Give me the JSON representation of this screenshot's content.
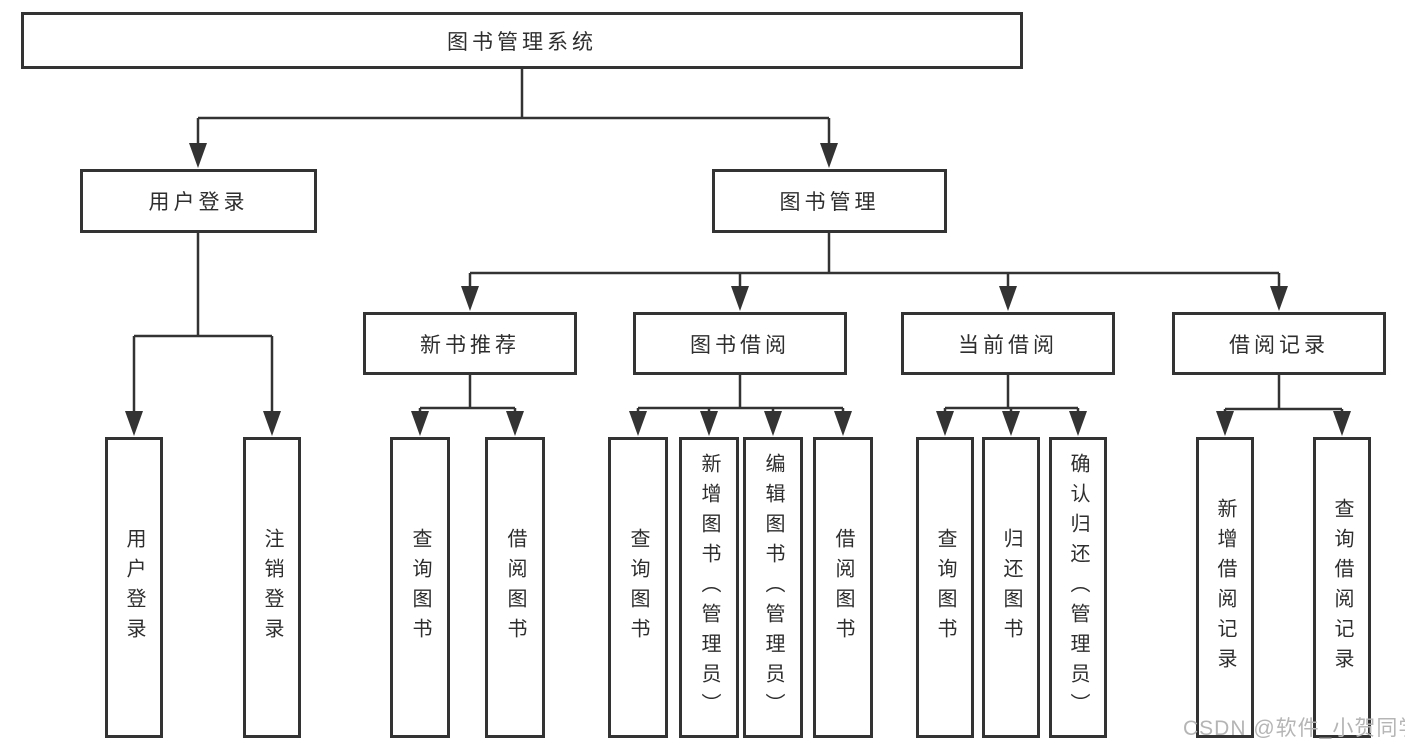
{
  "colors": {
    "line": "#333333",
    "border": "#333333",
    "text": "#2e2e2e",
    "watermark": "#b5b5b5",
    "background": "#ffffff"
  },
  "tree": {
    "root": "图书管理系统",
    "level2": [
      "用户登录",
      "图书管理"
    ],
    "level3": [
      "新书推荐",
      "图书借阅",
      "当前借阅",
      "借阅记录"
    ],
    "leaves": {
      "user_login": [
        "用户登录",
        "注销登录"
      ],
      "new_book_recommend": [
        "查询图书",
        "借阅图书"
      ],
      "book_borrow": [
        "查询图书",
        "新增图书（管理员）",
        "编辑图书（管理员）",
        "借阅图书"
      ],
      "current_borrow": [
        "查询图书",
        "归还图书",
        "确认归还（管理员）"
      ],
      "borrow_record": [
        "新增借阅记录",
        "查询借阅记录"
      ]
    },
    "watermark": "CSDN @软件_小贺同学"
  }
}
